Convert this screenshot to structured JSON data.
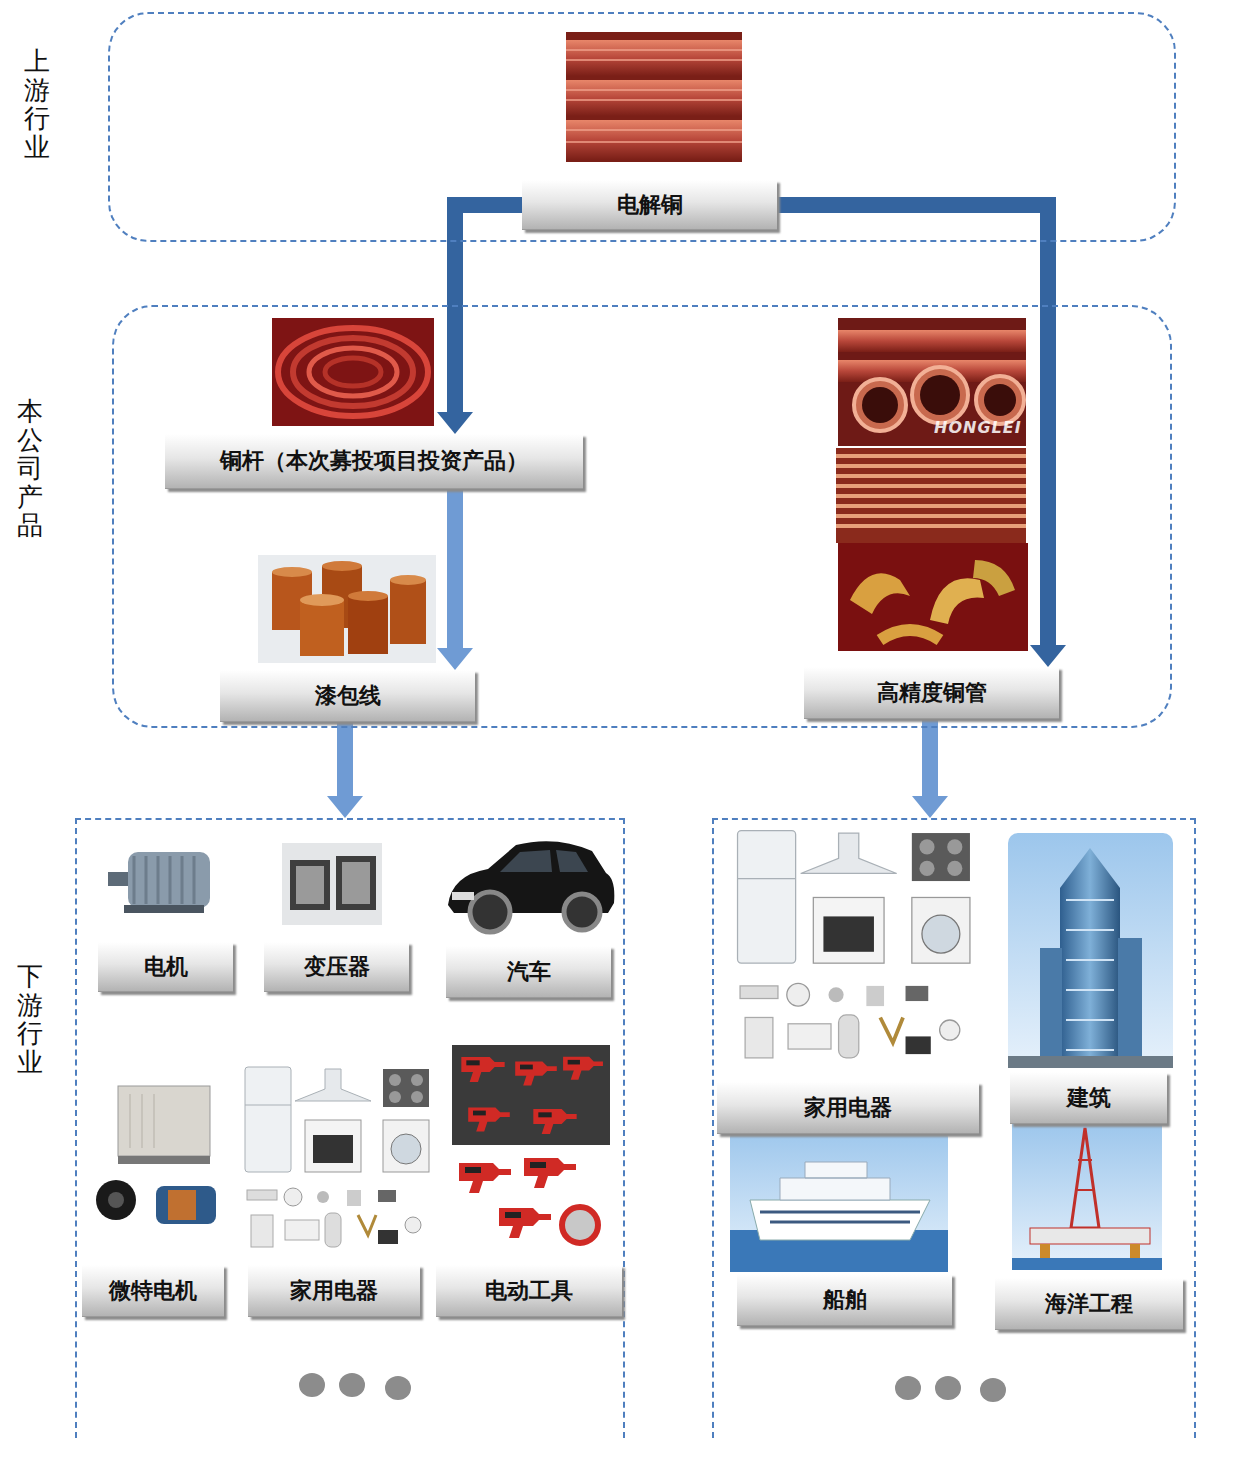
{
  "diagram": {
    "nodes": [
      {
        "text": [
          "上游行业"
        ]
      },
      {
        "text": [
          "电解铜"
        ],
        "in": 0
      },
      {
        "text": [
          "本公司产品"
        ]
      },
      {
        "text": [
          "铜杆（本次募投项目投资产品）"
        ],
        "in": 2
      },
      {
        "text": [
          "漆包线"
        ],
        "in": 2
      },
      {
        "text": [
          "高精度铜管"
        ],
        "in": 2
      },
      {
        "text": [
          "下游行业"
        ]
      },
      {
        "text": [
          "电机"
        ],
        "in": 6
      },
      {
        "text": [
          "变压器"
        ],
        "in": 6
      },
      {
        "text": [
          "汽车"
        ],
        "in": 6
      },
      {
        "text": [
          "微特电机"
        ],
        "in": 6
      },
      {
        "text": [
          "家用电器"
        ],
        "in": 6
      },
      {
        "text": [
          "电动工具"
        ],
        "in": 6
      },
      {
        "text": [],
        "in": null
      },
      {
        "text": [
          "家用电器"
        ],
        "in": 13
      },
      {
        "text": [
          "建筑"
        ],
        "in": 13
      },
      {
        "text": [
          "船舶"
        ],
        "in": 13
      },
      {
        "text": [
          "海洋工程"
        ],
        "in": 13
      }
    ],
    "edges": [
      {
        "from": 1,
        "to": 3,
        "arrow": "to"
      },
      {
        "from": 1,
        "to": 5,
        "arrow": "to"
      },
      {
        "from": 3,
        "to": 4,
        "arrow": "to"
      },
      {
        "from": 4,
        "to": 6,
        "arrow": "to"
      },
      {
        "from": 5,
        "to": 13,
        "arrow": "to"
      }
    ],
    "labels": [
      "HONGLEI"
    ]
  }
}
